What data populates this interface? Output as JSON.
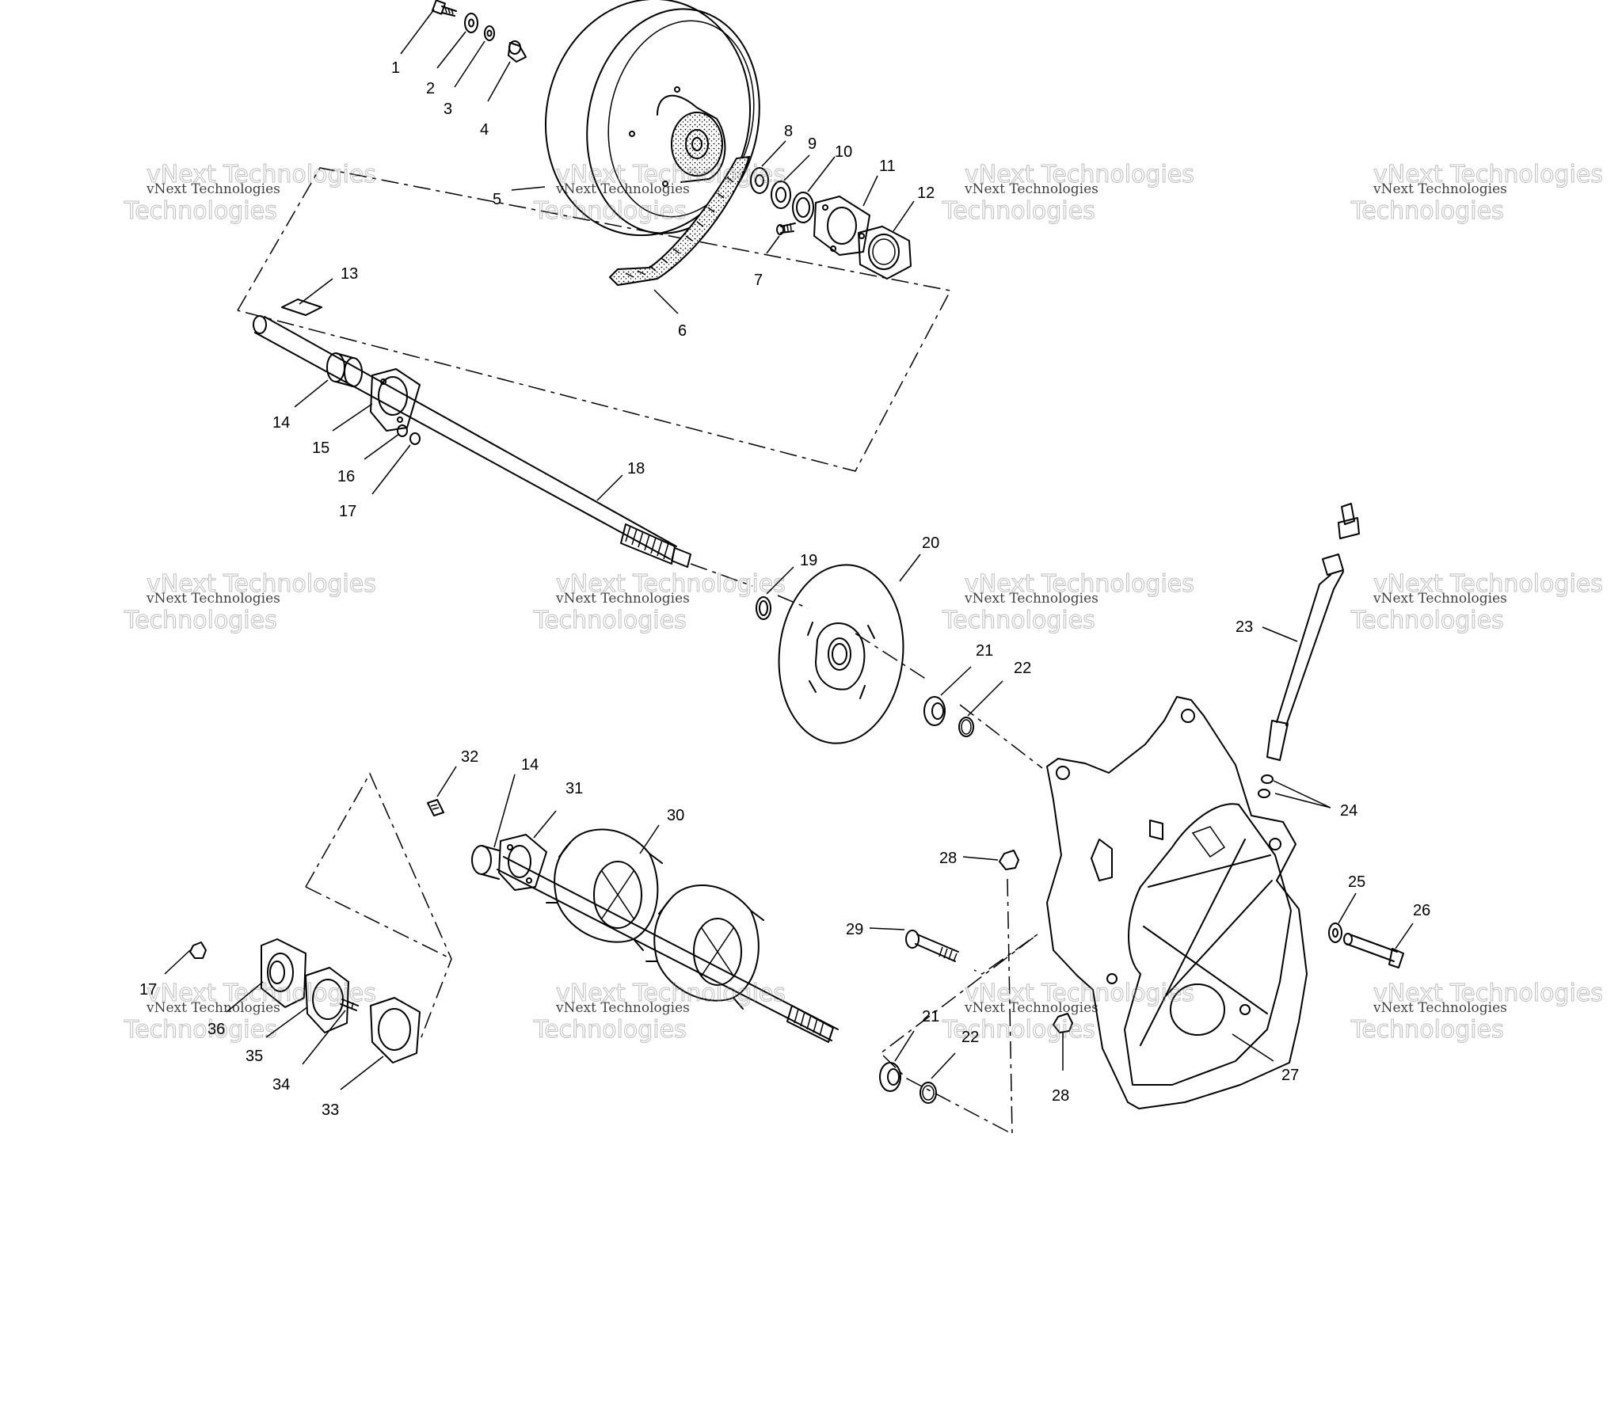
{
  "watermark": {
    "line1": "vNext Technologies",
    "line2": "vNext Technologies",
    "line3": "Technologies"
  },
  "parts": [
    {
      "num": "1",
      "name": "bolt"
    },
    {
      "num": "2",
      "name": "washer"
    },
    {
      "num": "3",
      "name": "lock-washer"
    },
    {
      "num": "4",
      "name": "spacer"
    },
    {
      "num": "5",
      "name": "drive-sprocket-pulley"
    },
    {
      "num": "6",
      "name": "drive-chain-belt"
    },
    {
      "num": "7",
      "name": "screw"
    },
    {
      "num": "8",
      "name": "washer"
    },
    {
      "num": "9",
      "name": "o-ring"
    },
    {
      "num": "10",
      "name": "seal"
    },
    {
      "num": "11",
      "name": "bearing-flange"
    },
    {
      "num": "12",
      "name": "cover-plate"
    },
    {
      "num": "13",
      "name": "key"
    },
    {
      "num": "14",
      "name": "bearing"
    },
    {
      "num": "15",
      "name": "flange"
    },
    {
      "num": "16",
      "name": "nut"
    },
    {
      "num": "17",
      "name": "nut"
    },
    {
      "num": "18",
      "name": "jackshaft"
    },
    {
      "num": "19",
      "name": "retaining-ring"
    },
    {
      "num": "20",
      "name": "brake-disc"
    },
    {
      "num": "21",
      "name": "bearing"
    },
    {
      "num": "22",
      "name": "o-ring"
    },
    {
      "num": "23",
      "name": "speedometer-cable"
    },
    {
      "num": "24",
      "name": "washers"
    },
    {
      "num": "25",
      "name": "washer"
    },
    {
      "num": "26",
      "name": "bolt"
    },
    {
      "num": "27",
      "name": "chaincase"
    },
    {
      "num": "28",
      "name": "nut"
    },
    {
      "num": "29",
      "name": "bolt"
    },
    {
      "num": "30",
      "name": "drive-shaft-sprockets"
    },
    {
      "num": "31",
      "name": "flange"
    },
    {
      "num": "32",
      "name": "grease-fitting"
    },
    {
      "num": "33",
      "name": "flange"
    },
    {
      "num": "34",
      "name": "bolt"
    },
    {
      "num": "35",
      "name": "seal-plate"
    },
    {
      "num": "36",
      "name": "bearing-flange"
    }
  ]
}
